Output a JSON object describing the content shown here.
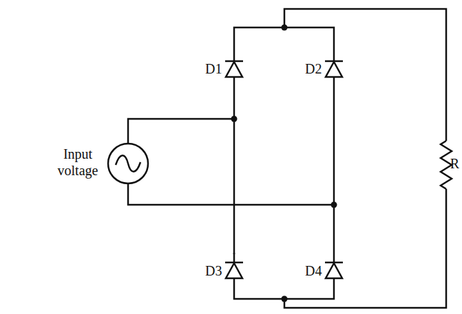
{
  "diagram": {
    "labels": [
      "D1",
      "D2",
      "D3",
      "D4",
      "Input voltage",
      "R"
    ]
  }
}
